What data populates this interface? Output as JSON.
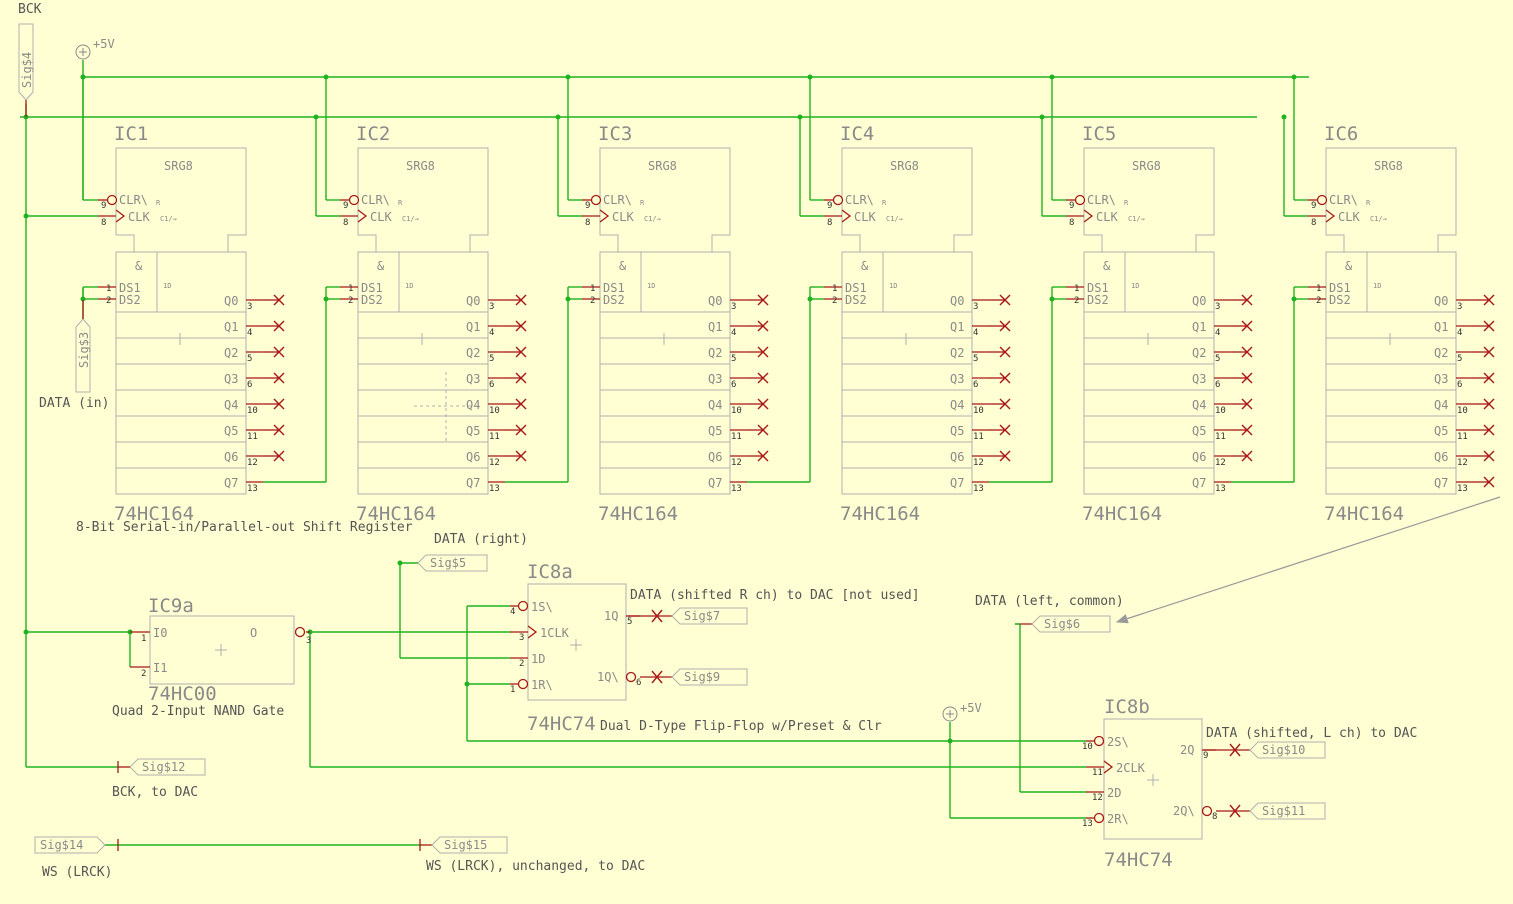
{
  "power": {
    "label": "+5V"
  },
  "captions": {
    "bck": "BCK",
    "data_in": "DATA (in)",
    "srg_desc": "8-Bit Serial-in/Parallel-out Shift Register",
    "data_right": "DATA (right)",
    "data_shifted_r": "DATA (shifted R ch) to DAC [not used]",
    "data_left": "DATA (left, common)",
    "nand_desc": "Quad 2-Input NAND Gate",
    "ff_desc": "Dual D-Type Flip-Flop w/Preset & Clr",
    "data_shifted_l": "DATA (shifted, L ch) to DAC",
    "bck_dac": "BCK, to DAC",
    "ws_in": "WS (LRCK)",
    "ws_out": "WS (LRCK), unchanged, to DAC"
  },
  "signals": {
    "s4": "Sig$4",
    "s3": "Sig$3",
    "s5": "Sig$5",
    "s6": "Sig$6",
    "s7": "Sig$7",
    "s9": "Sig$9",
    "s10": "Sig$10",
    "s11": "Sig$11",
    "s12": "Sig$12",
    "s14": "Sig$14",
    "s15": "Sig$15"
  },
  "shift_registers": {
    "part": "74HC164",
    "block": "SRG8",
    "names": [
      "IC1",
      "IC2",
      "IC3",
      "IC4",
      "IC5",
      "IC6"
    ],
    "amp": "&",
    "tag_1d": "1D",
    "clr_pin": {
      "label": "CLR\\",
      "suffix": "R",
      "num": "9"
    },
    "clk_pin": {
      "label": "CLK",
      "suffix": "C1/→",
      "num": "8"
    },
    "inputs": [
      {
        "label": "DS1",
        "num": "1"
      },
      {
        "label": "DS2",
        "num": "2"
      }
    ],
    "outputs": [
      {
        "label": "Q0",
        "num": "3"
      },
      {
        "label": "Q1",
        "num": "4"
      },
      {
        "label": "Q2",
        "num": "5"
      },
      {
        "label": "Q3",
        "num": "6"
      },
      {
        "label": "Q4",
        "num": "10"
      },
      {
        "label": "Q5",
        "num": "11"
      },
      {
        "label": "Q6",
        "num": "12"
      },
      {
        "label": "Q7",
        "num": "13"
      }
    ]
  },
  "nand": {
    "name": "IC9a",
    "part": "74HC00",
    "pins": [
      {
        "label": "I0",
        "num": "1"
      },
      {
        "label": "I1",
        "num": "2"
      },
      {
        "label": "O",
        "num": "3"
      }
    ]
  },
  "ff_a": {
    "name": "IC8a",
    "part": "74HC74",
    "pins": [
      {
        "label": "1S\\",
        "num": "4"
      },
      {
        "label": "1CLK",
        "num": "3"
      },
      {
        "label": "1D",
        "num": "2"
      },
      {
        "label": "1R\\",
        "num": "1"
      },
      {
        "label": "1Q",
        "num": "5"
      },
      {
        "label": "1Q\\",
        "num": "6"
      }
    ]
  },
  "ff_b": {
    "name": "IC8b",
    "part": "74HC74",
    "pins": [
      {
        "label": "2S\\",
        "num": "10"
      },
      {
        "label": "2CLK",
        "num": "11"
      },
      {
        "label": "2D",
        "num": "12"
      },
      {
        "label": "2R\\",
        "num": "13"
      },
      {
        "label": "2Q",
        "num": "9"
      },
      {
        "label": "2Q\\",
        "num": "8"
      }
    ]
  }
}
